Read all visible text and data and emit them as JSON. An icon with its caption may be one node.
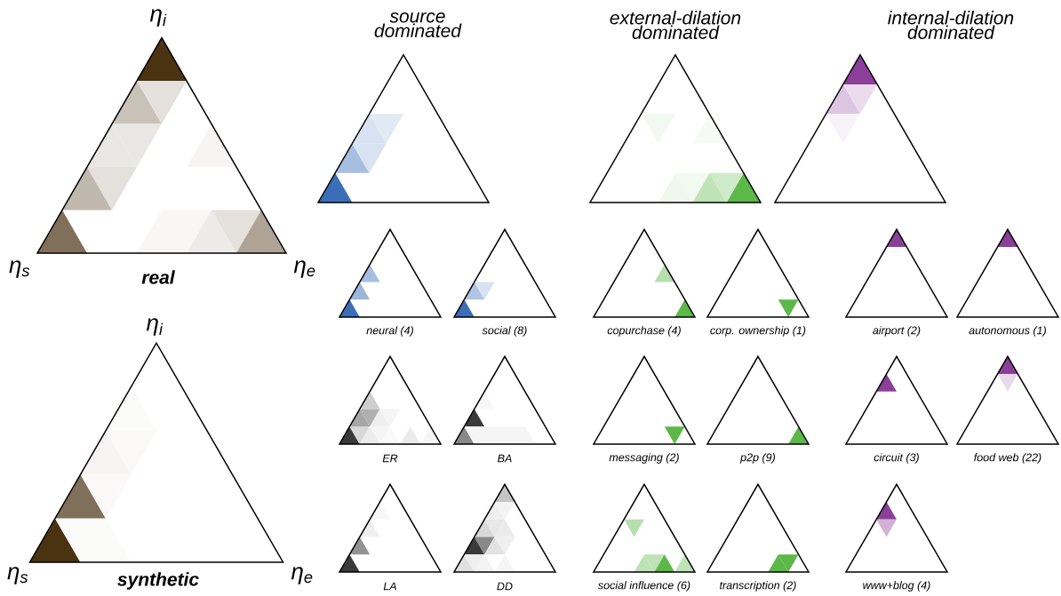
{
  "diagram": {
    "labels": [
      "source dominated",
      "external-dilation dominated",
      "internal-dilation dominated",
      "η$_{i}$",
      "η$_{s}$",
      "real",
      "η$_{e}$",
      "η$_{i}$",
      "η$_{s}$",
      "synthetic",
      "η$_{e}$",
      "neural (4)",
      "social (8)",
      "copurchase (4)",
      "corp. ownership (1)",
      "airport (2)",
      "autonomous (1)",
      "ER",
      "BA",
      "messaging (2)",
      "p2p (9)",
      "circuit (3)",
      "food web (22)",
      "LA",
      "DD",
      "social influence (6)",
      "transcription (2)",
      "www+blog (4)"
    ]
  }
}
